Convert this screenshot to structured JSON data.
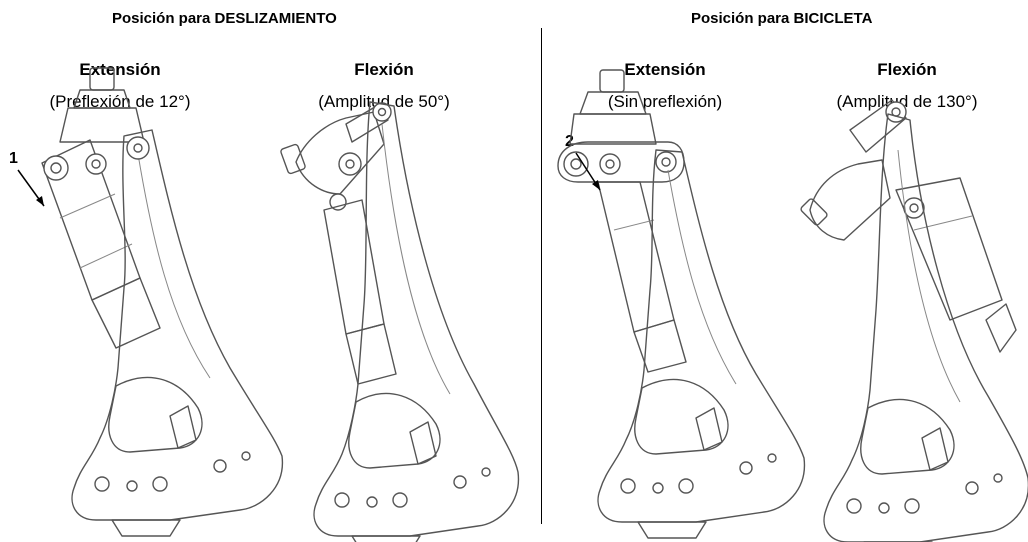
{
  "sections": [
    {
      "title": "Posición para DESLIZAMIENTO",
      "panels": [
        {
          "title": "Extensión",
          "subtitle": "(Preflexión de 12°)"
        },
        {
          "title": "Flexión",
          "subtitle": "(Amplitud de 50°)"
        }
      ]
    },
    {
      "title": "Posición para BICICLETA",
      "panels": [
        {
          "title": "Extensión",
          "subtitle": "(Sin preflexión)"
        },
        {
          "title": "Flexión",
          "subtitle": "(Amplitud de 130°)"
        }
      ]
    }
  ],
  "markers": {
    "m1": "1",
    "m2": "2"
  }
}
